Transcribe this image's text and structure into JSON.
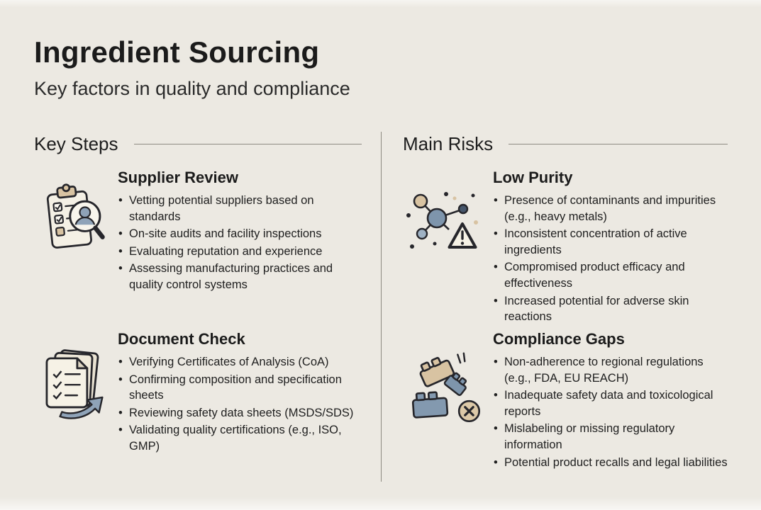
{
  "page": {
    "title": "Ingredient Sourcing",
    "subtitle": "Key factors in quality and compliance"
  },
  "columns": [
    {
      "header": "Key Steps",
      "sections": [
        {
          "icon": "clipboard-checklist-magnifier-icon",
          "title": "Supplier Review",
          "bullets": [
            "Vetting potential suppliers based on standards",
            "On-site audits and facility inspections",
            "Evaluating reputation and experience",
            "Assessing manufacturing practices and quality control systems"
          ]
        },
        {
          "icon": "documents-checkmarks-arrow-icon",
          "title": "Document Check",
          "bullets": [
            "Verifying Certificates of Analysis (CoA)",
            "Confirming composition and specification sheets",
            "Reviewing safety data sheets (MSDS/SDS)",
            "Validating quality certifications (e.g., ISO, GMP)"
          ]
        }
      ]
    },
    {
      "header": "Main Risks",
      "sections": [
        {
          "icon": "molecule-warning-triangle-icon",
          "title": "Low Purity",
          "bullets": [
            "Presence of contaminants and impurities (e.g., heavy metals)",
            "Inconsistent concentration of active ingredients",
            "Compromised product efficacy and effectiveness",
            "Increased potential for adverse skin reactions"
          ]
        },
        {
          "icon": "building-blocks-error-icon",
          "title": "Compliance Gaps",
          "bullets": [
            "Non-adherence to regional regulations (e.g., FDA, EU REACH)",
            "Inadequate safety data and toxicological reports",
            "Mislabeling or missing regulatory information",
            "Potential product recalls and legal liabilities"
          ]
        }
      ]
    }
  ],
  "colors": {
    "background": "#ECE9E2",
    "text": "#1E1E1E",
    "accent_blue": "#8399AF",
    "accent_tan": "#D8C3A2",
    "line": "#8D8A82"
  }
}
